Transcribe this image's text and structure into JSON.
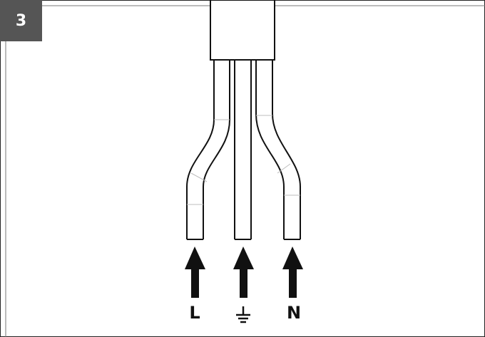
{
  "step": {
    "number": "3"
  },
  "wires": [
    {
      "id": "live",
      "label": "L"
    },
    {
      "id": "earth",
      "label": "",
      "icon": "earth-ground-icon"
    },
    {
      "id": "neutral",
      "label": "N"
    }
  ],
  "colors": {
    "badge_bg": "#555555",
    "badge_text": "#ffffff",
    "line": "#111111",
    "seam": "#bdbdbd"
  }
}
